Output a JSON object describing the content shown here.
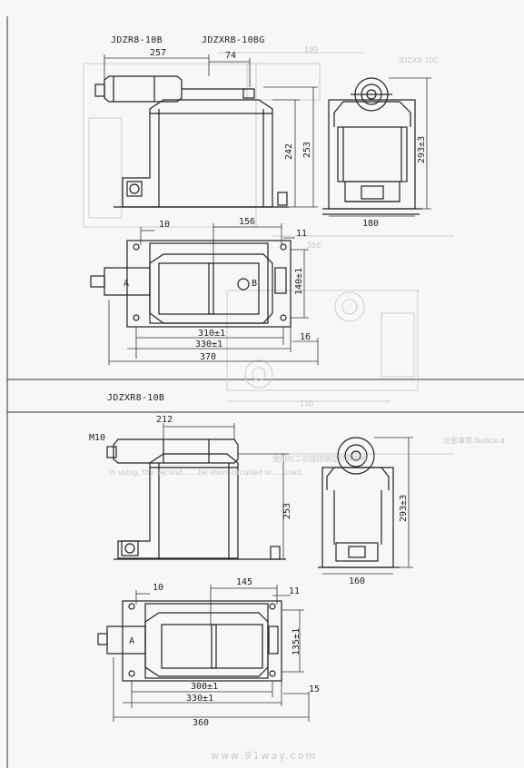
{
  "top": {
    "model_left": "JDZR8-10B",
    "model_right": "JDZXRB-10BG",
    "dims": {
      "w257": "257",
      "w74": "74",
      "h242": "242",
      "h253": "253",
      "h293": "293±3",
      "w180": "180",
      "w10": "10",
      "w156": "156",
      "w11": "11",
      "h140": "140±1",
      "w310": "310±1",
      "w330": "330±1",
      "w16": "16",
      "w370": "370"
    },
    "label_a": "A",
    "label_b": "B"
  },
  "bottom": {
    "model": "JDZXR8-10B",
    "dims": {
      "w212": "212",
      "m10": "M10",
      "h253": "253",
      "h293": "293±3",
      "w160": "160",
      "w10": "10",
      "w145": "145",
      "w11": "11",
      "h135": "135±1",
      "w300": "300±1",
      "w330": "330±1",
      "w15": "15",
      "w360": "360"
    },
    "label_a": "A"
  },
  "ghost": {
    "note_head": "注意事项:Notice d",
    "note_cn": "使用时二次线绕端应可靠接地",
    "note_en": "In using, the second.......be short circuited or......load.",
    "ghost_model": "JDZX8-10C",
    "ghost_190": "190",
    "ghost_350": "350",
    "ghost_110": "110"
  },
  "watermark": "www.91way.com"
}
